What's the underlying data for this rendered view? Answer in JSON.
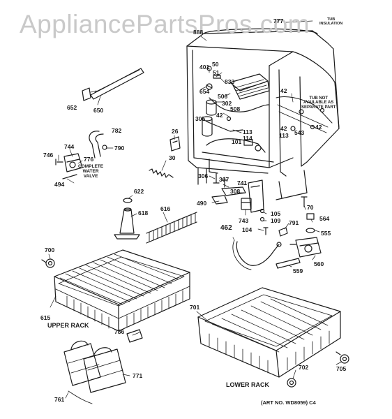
{
  "watermark": "AppliancePartsPros.com",
  "art_number": "(ART NO. WD8059) C4",
  "captions": {
    "upper_rack": "UPPER RACK",
    "lower_rack": "LOWER RACK",
    "complete_water_valve": "COMPLETE\nWATER\nVALVE",
    "tub_note": "TUB NOT\nAVAILABLE AS\nSEPARATE PART",
    "tub_insulation": "TUB\nINSULATION"
  },
  "part_labels": {
    "p888": "888",
    "p777": "777",
    "p401": "401",
    "p50": "50",
    "p51": "51",
    "p833": "833",
    "p654": "654",
    "p506": "506",
    "p302": "302",
    "p508": "508",
    "p42a": "42",
    "p42b": "42",
    "p42c": "42",
    "p42d": "42",
    "p305": "305",
    "p113a": "113",
    "p114": "114",
    "p113b": "113",
    "p101": "101",
    "p543": "543",
    "p652": "652",
    "p650": "650",
    "p782": "782",
    "p790": "790",
    "p746": "746",
    "p744": "744",
    "p776": "776",
    "p494": "494",
    "p26": "26",
    "p30": "30",
    "p306": "306",
    "p307": "307",
    "p741": "741",
    "p308": "308",
    "p490": "490",
    "p70": "70",
    "p622": "622",
    "p618": "618",
    "p616": "616",
    "p105": "105",
    "p109": "109",
    "p743": "743",
    "p791": "791",
    "p564": "564",
    "p462": "462",
    "p104": "104",
    "p555": "555",
    "p700": "700",
    "p560": "560",
    "p559": "559",
    "p701": "701",
    "p615": "615",
    "p786": "786",
    "p771": "771",
    "p702": "702",
    "p705": "705",
    "p761": "761"
  }
}
